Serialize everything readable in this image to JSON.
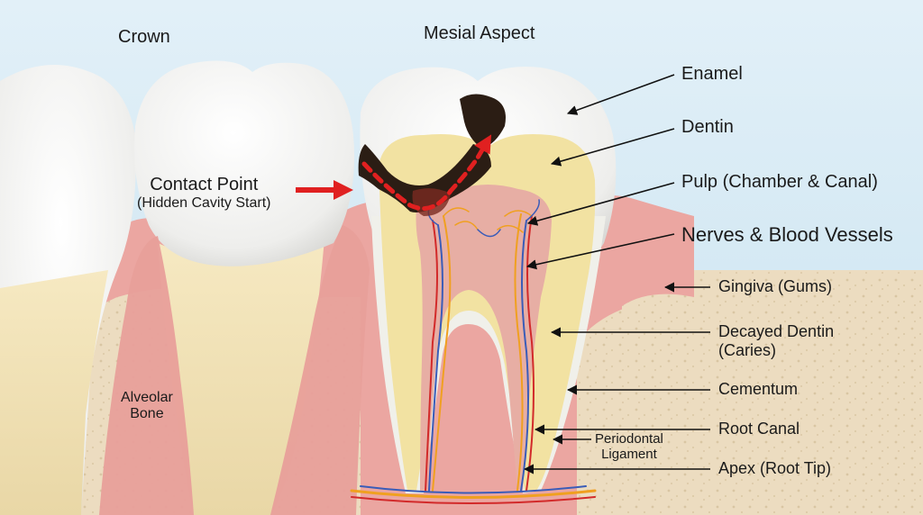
{
  "labels": {
    "crown": "Crown",
    "mesial_aspect": "Mesial Aspect",
    "enamel": "Enamel",
    "dentin": "Dentin",
    "pulp": "Pulp (Chamber & Canal)",
    "nerves": "Nerves & Blood Vessels",
    "gingiva": "Gingiva (Gums)",
    "decayed_dentin_line1": "Decayed Dentin",
    "decayed_dentin_line2": "(Caries)",
    "cementum": "Cementum",
    "root_canal": "Root Canal",
    "periodontal_line1": "Periodontal",
    "periodontal_line2": "Ligament",
    "apex": "Apex (Root Tip)",
    "contact_point": "Contact Point",
    "contact_point_sub": "(Hidden Cavity Start)",
    "alveolar_line1": "Alveolar",
    "alveolar_line2": "Bone"
  },
  "colors": {
    "enamel": "#f7f7f5",
    "dentin": "#f2e2a2",
    "pulp": "#e7aea4",
    "gingiva": "#eba6a1",
    "bone": "#ecdcc0",
    "decay": "#2b1d14",
    "arrow_red": "#e02020",
    "nerve": "#f0a020",
    "vessel_red": "#d22a2a",
    "vessel_blue": "#3a5cb8"
  },
  "icons": {
    "leader": "arrow-pointer-icon",
    "contact": "red-arrow-icon"
  }
}
